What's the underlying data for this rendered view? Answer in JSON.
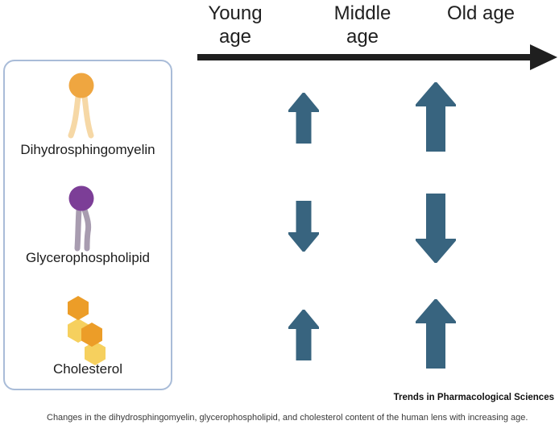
{
  "figure": {
    "journal": "Trends in Pharmacological Sciences",
    "caption": "Changes in the dihydrosphingomyelin, glycerophospholipid, and cholesterol content of the human lens with increasing age."
  },
  "timeline": {
    "columns": [
      {
        "label": "Young age"
      },
      {
        "label": "Middle age"
      },
      {
        "label": "Old age"
      }
    ],
    "arrow_color": "#1f1f1f"
  },
  "legend": {
    "border_color": "#a9bcd8",
    "items": [
      {
        "label": "Dihydrosphingomyelin",
        "icon": "lipid-orange-icon",
        "head_color": "#efa640",
        "tail_color": "#f6d8a6"
      },
      {
        "label": "Glycerophospholipid",
        "icon": "lipid-purple-icon",
        "head_color": "#7c3e97",
        "tail_color": "#a89cb0"
      },
      {
        "label": "Cholesterol",
        "icon": "sterol-hexagon-icon",
        "hex_dark_color": "#ec9d28",
        "hex_light_color": "#f6d05e"
      }
    ]
  },
  "matrix": {
    "arrow_color": "#38647f",
    "rows": [
      {
        "lipid": "Dihydrosphingomyelin",
        "middle_age": {
          "direction": "up",
          "magnitude": "small"
        },
        "old_age": {
          "direction": "up",
          "magnitude": "large"
        }
      },
      {
        "lipid": "Glycerophospholipid",
        "middle_age": {
          "direction": "down",
          "magnitude": "small"
        },
        "old_age": {
          "direction": "down",
          "magnitude": "large"
        }
      },
      {
        "lipid": "Cholesterol",
        "middle_age": {
          "direction": "up",
          "magnitude": "small"
        },
        "old_age": {
          "direction": "up",
          "magnitude": "large"
        }
      }
    ]
  }
}
